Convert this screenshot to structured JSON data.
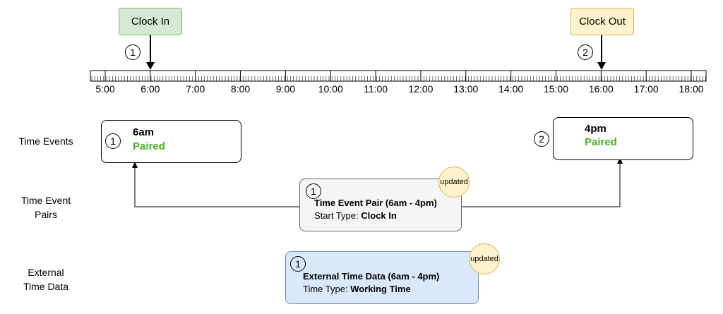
{
  "callouts": {
    "clock_in": "Clock In",
    "clock_out": "Clock Out"
  },
  "timeline": {
    "ticks": [
      "5:00",
      "6:00",
      "7:00",
      "8:00",
      "9:00",
      "10:00",
      "11:00",
      "12:00",
      "13:00",
      "14:00",
      "15:00",
      "16:00",
      "17:00",
      "18:00"
    ]
  },
  "row_labels": {
    "time_events": "Time Events",
    "time_event_pairs": [
      "Time Event",
      "Pairs"
    ],
    "external_time_data": [
      "External",
      "Time Data"
    ]
  },
  "events": {
    "start": {
      "number": "1",
      "time": "6am",
      "status": "Paired"
    },
    "end": {
      "number": "2",
      "time": "4pm",
      "status": "Paired"
    }
  },
  "pair": {
    "number": "1",
    "title": "Time Event Pair (6am - 4pm)",
    "detail_label": "Start Type:",
    "detail_value": "Clock In",
    "badge": "updated"
  },
  "external": {
    "number": "1",
    "title": "External Time Data (6am - 4pm)",
    "detail_label": "Time Type:",
    "detail_value": "Working Time",
    "badge": "updated"
  },
  "markers": {
    "clock_in": "1",
    "clock_out": "2"
  },
  "colors": {
    "clock_in_fill": "#d5e8d4",
    "clock_in_border": "#82b366",
    "clock_out_fill": "#fff2cc",
    "clock_out_border": "#d6b656",
    "pair_fill": "#f5f5f5",
    "pair_border": "#666666",
    "external_fill": "#dae8fc",
    "external_border": "#6c8ebf",
    "paired_text": "#4caf2c"
  }
}
